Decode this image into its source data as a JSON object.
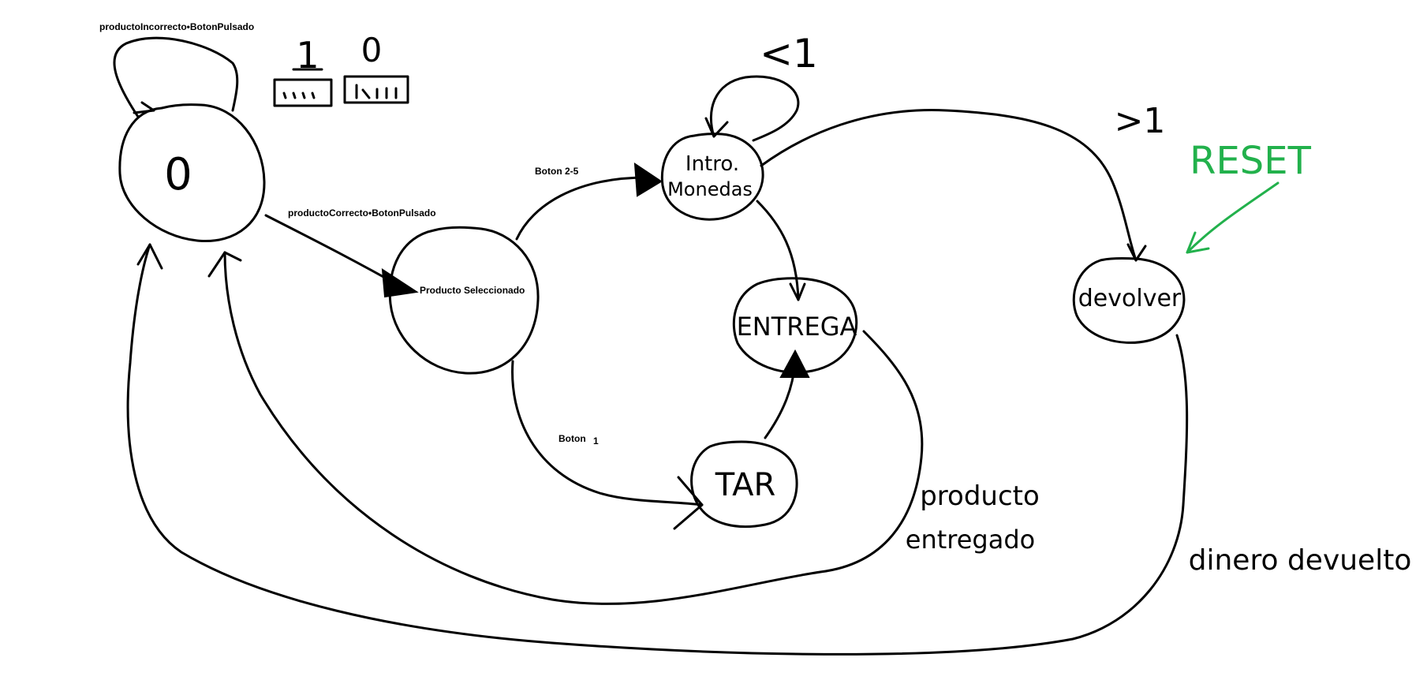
{
  "colors": {
    "ink": "#000000",
    "reset": "#22b14c",
    "background": "#ffffff"
  },
  "states": {
    "initial": "0",
    "producto_seleccionado": "Producto Seleccionado",
    "intro_monedas_line1": "Intro.",
    "intro_monedas_line2": "Monedas",
    "entrega": "ENTREGA",
    "tar": "TAR",
    "devolver": "devolver"
  },
  "transitions": {
    "producto_incorrecto": "productoIncorrecto•BotonPulsado",
    "producto_correcto": "productoCorrecto•BotonPulsado",
    "boton_2_5": "Boton 2-5",
    "boton_1": "Boton",
    "boton_1_value": "1",
    "menor_1": "<1",
    "mayor_1": ">1",
    "producto_entregado_line1": "producto",
    "producto_entregado_line2": "entregado",
    "dinero_devuelto": "dinero devuelto",
    "reset": "RESET"
  },
  "legend": {
    "one": "1",
    "zero": "0"
  }
}
